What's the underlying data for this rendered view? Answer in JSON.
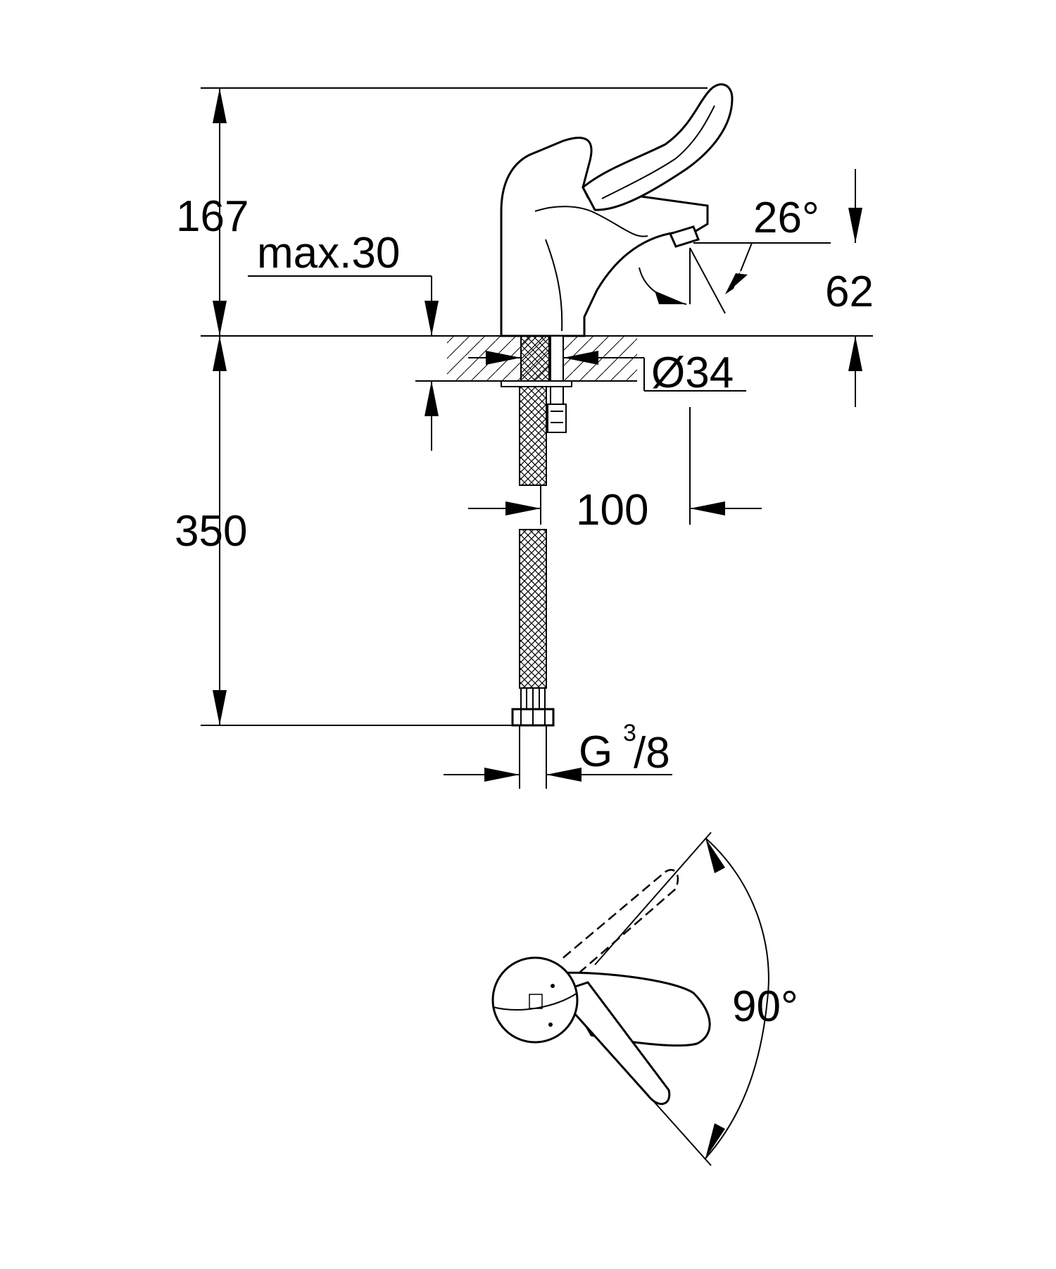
{
  "dimensions": {
    "height_above_deck": "167",
    "max_deck_thickness": "max.30",
    "spout_angle": "26°",
    "spout_height": "62",
    "hole_diameter": "Ø34",
    "spout_reach": "100",
    "hose_length": "350",
    "connection_thread_prefix": "G",
    "connection_thread_num": "3",
    "connection_thread_den": "/8",
    "lever_rotation": "90°"
  }
}
